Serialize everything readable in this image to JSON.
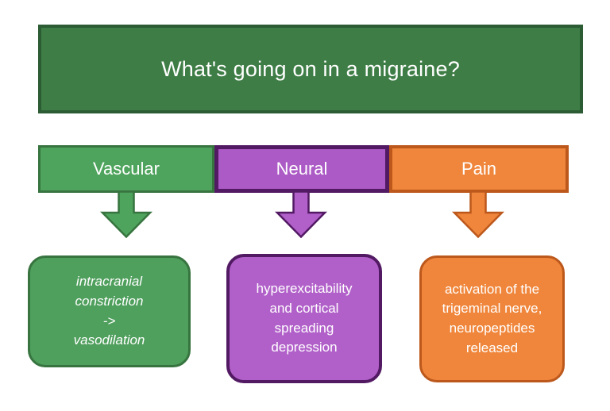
{
  "title": "What's going on in a migraine?",
  "columns": [
    {
      "id": "vascular",
      "label": "Vascular",
      "detail": "intracranial\nconstriction\n->\nvasodilation"
    },
    {
      "id": "neural",
      "label": "Neural",
      "detail": "hyperexcitability\nand cortical\nspreading\ndepression"
    },
    {
      "id": "pain",
      "label": "Pain",
      "detail": "activation of the\ntrigeminal nerve,\nneuropeptides\nreleased"
    }
  ],
  "colors": {
    "header_fill": "#3E7D46",
    "header_border": "#2C5C33",
    "vascular_fill": "#4FA45D",
    "vascular_box_fill": "#4F9F5D",
    "vascular_border": "#37743F",
    "neural_fill": "#AC5AC5",
    "neural_box_fill": "#B160C9",
    "neural_border": "#531A64",
    "pain_fill": "#F0863B",
    "pain_border": "#BC581C",
    "text": "#FFFFFF"
  }
}
